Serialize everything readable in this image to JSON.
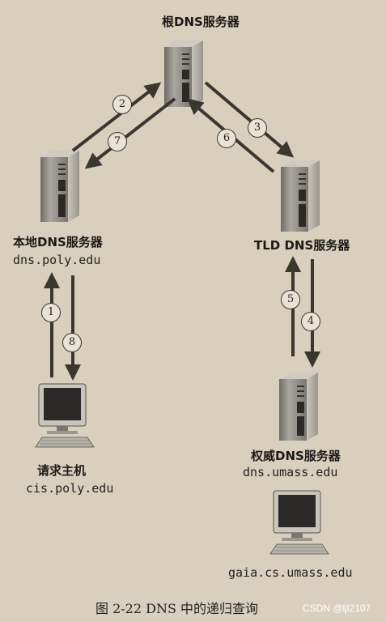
{
  "nodes": {
    "root": {
      "label": "根DNS服务器"
    },
    "local": {
      "label": "本地DNS服务器",
      "host": "dns.poly.edu"
    },
    "tld": {
      "label": "TLD DNS服务器"
    },
    "requester": {
      "label": "请求主机",
      "host": "cis.poly.edu"
    },
    "authoritative": {
      "label": "权威DNS服务器",
      "host": "dns.umass.edu"
    },
    "target": {
      "host": "gaia.cs.umass.edu"
    }
  },
  "steps": [
    "1",
    "2",
    "3",
    "4",
    "5",
    "6",
    "7",
    "8"
  ],
  "caption": "图 2-22   DNS 中的递归查询",
  "watermark": "CSDN @ljl2107",
  "colors": {
    "background": "#d8d0bd",
    "arrow": "#3a3630",
    "server": "#8d8a84"
  }
}
